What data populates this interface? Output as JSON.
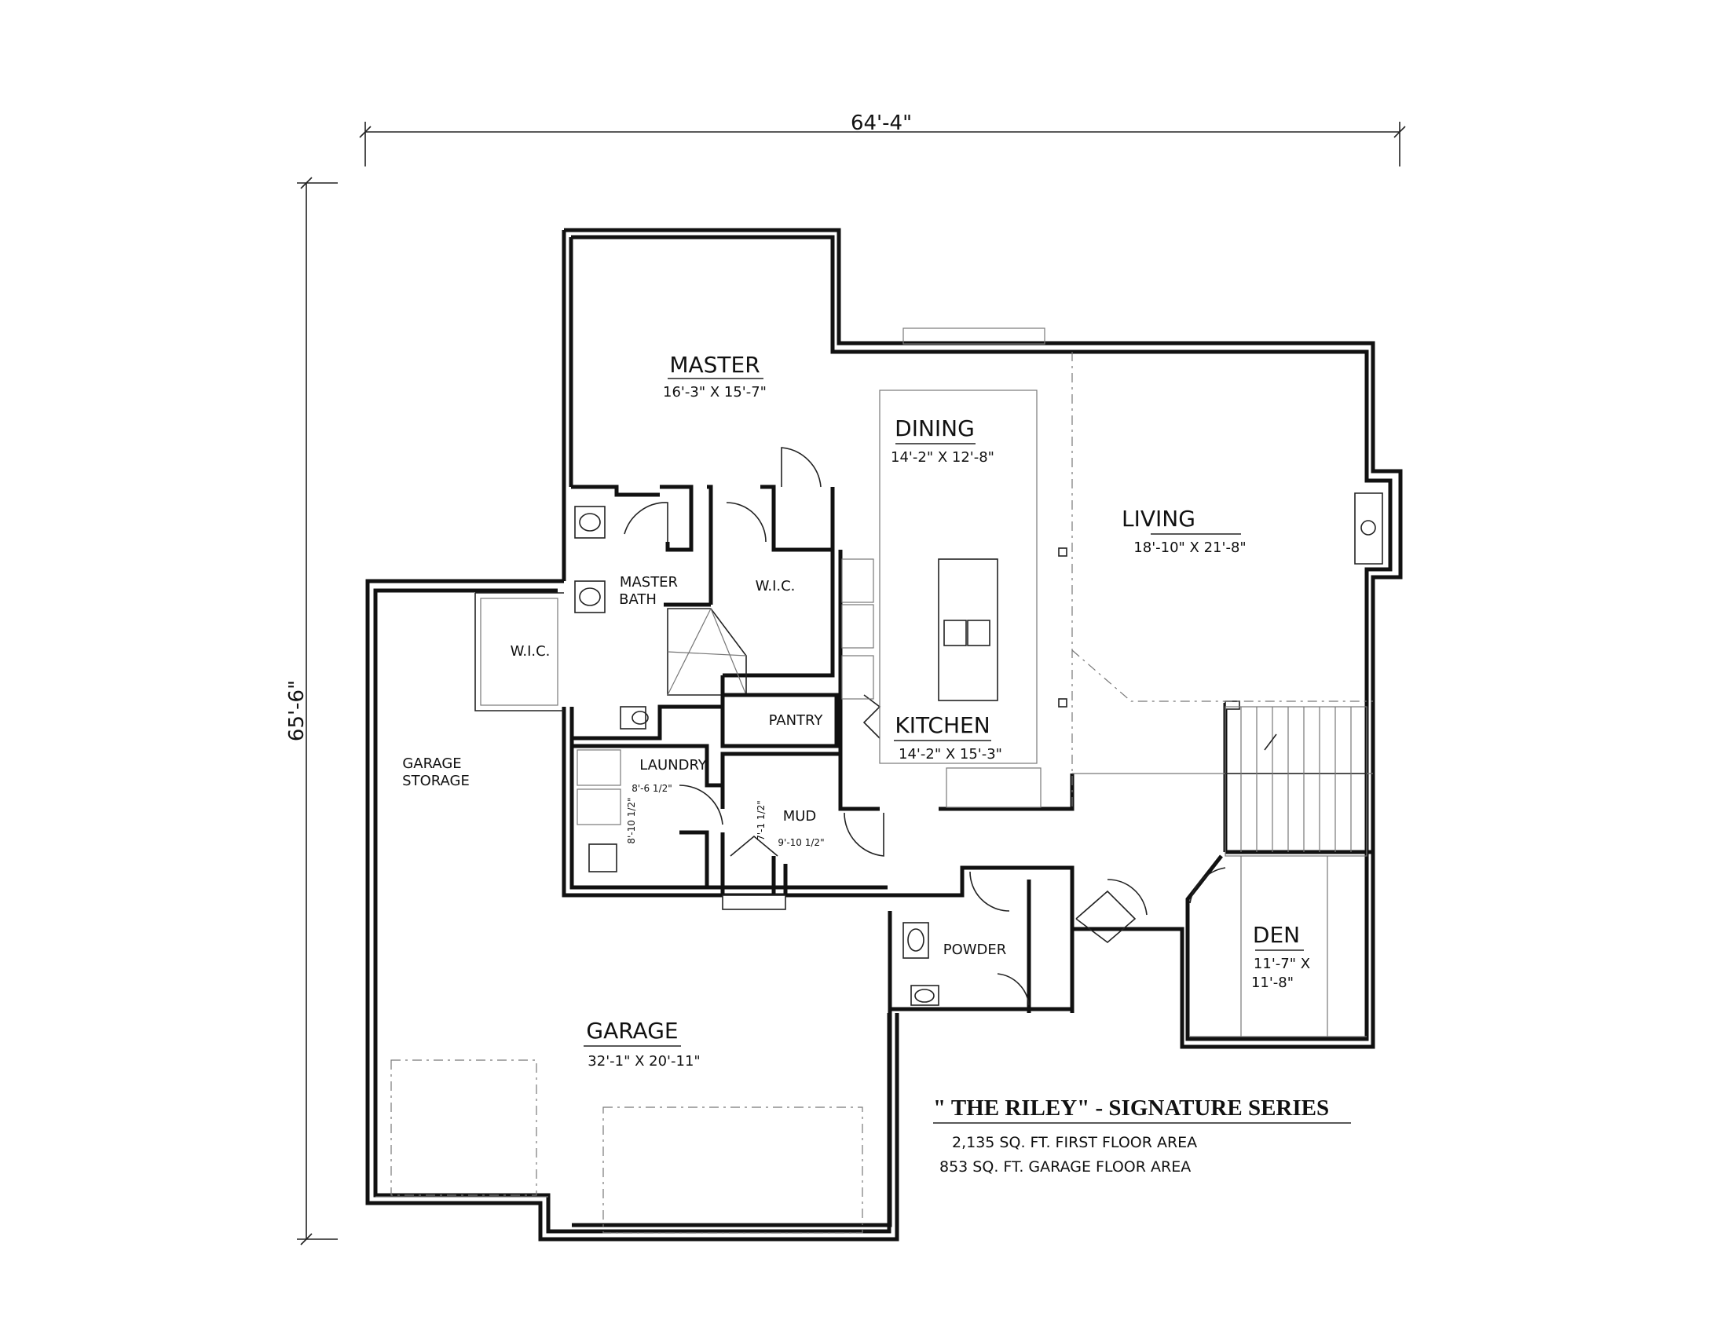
{
  "plan": {
    "overall_width": "64'-4\"",
    "overall_depth": "65'-6\""
  },
  "rooms": {
    "master": {
      "name": "MASTER",
      "size": "16'-3\" X 15'-7\""
    },
    "master_bath": {
      "line1": "MASTER",
      "line2": "BATH"
    },
    "wic_master": "W.I.C.",
    "wic_left": "W.I.C.",
    "dining": {
      "name": "DINING",
      "size": "14'-2\" X 12'-8\""
    },
    "living": {
      "name": "LIVING",
      "size": "18'-10\" X 21'-8\""
    },
    "kitchen": {
      "name": "KITCHEN",
      "size": "14'-2\" X 15'-3\""
    },
    "pantry": "PANTRY",
    "laundry": {
      "name": "LAUNDRY",
      "dim_a": "8'-6 1/2\"",
      "dim_b": "8'-10 1/2\""
    },
    "mud": {
      "name": "MUD",
      "dim_a": "7'-1 1/2\"",
      "dim_b": "9'-10 1/2\""
    },
    "powder": "POWDER",
    "den": {
      "name": "DEN",
      "size_line1": "11'-7\" X",
      "size_line2": "11'-8\""
    },
    "garage_storage": {
      "line1": "GARAGE",
      "line2": "STORAGE"
    },
    "garage": {
      "name": "GARAGE",
      "size": "32'-1\" X 20'-11\""
    }
  },
  "title_block": {
    "title": "\" THE RILEY\" - SIGNATURE SERIES",
    "line1": "2,135 SQ. FT. FIRST FLOOR AREA",
    "line2": "853 SQ. FT. GARAGE FLOOR AREA"
  }
}
